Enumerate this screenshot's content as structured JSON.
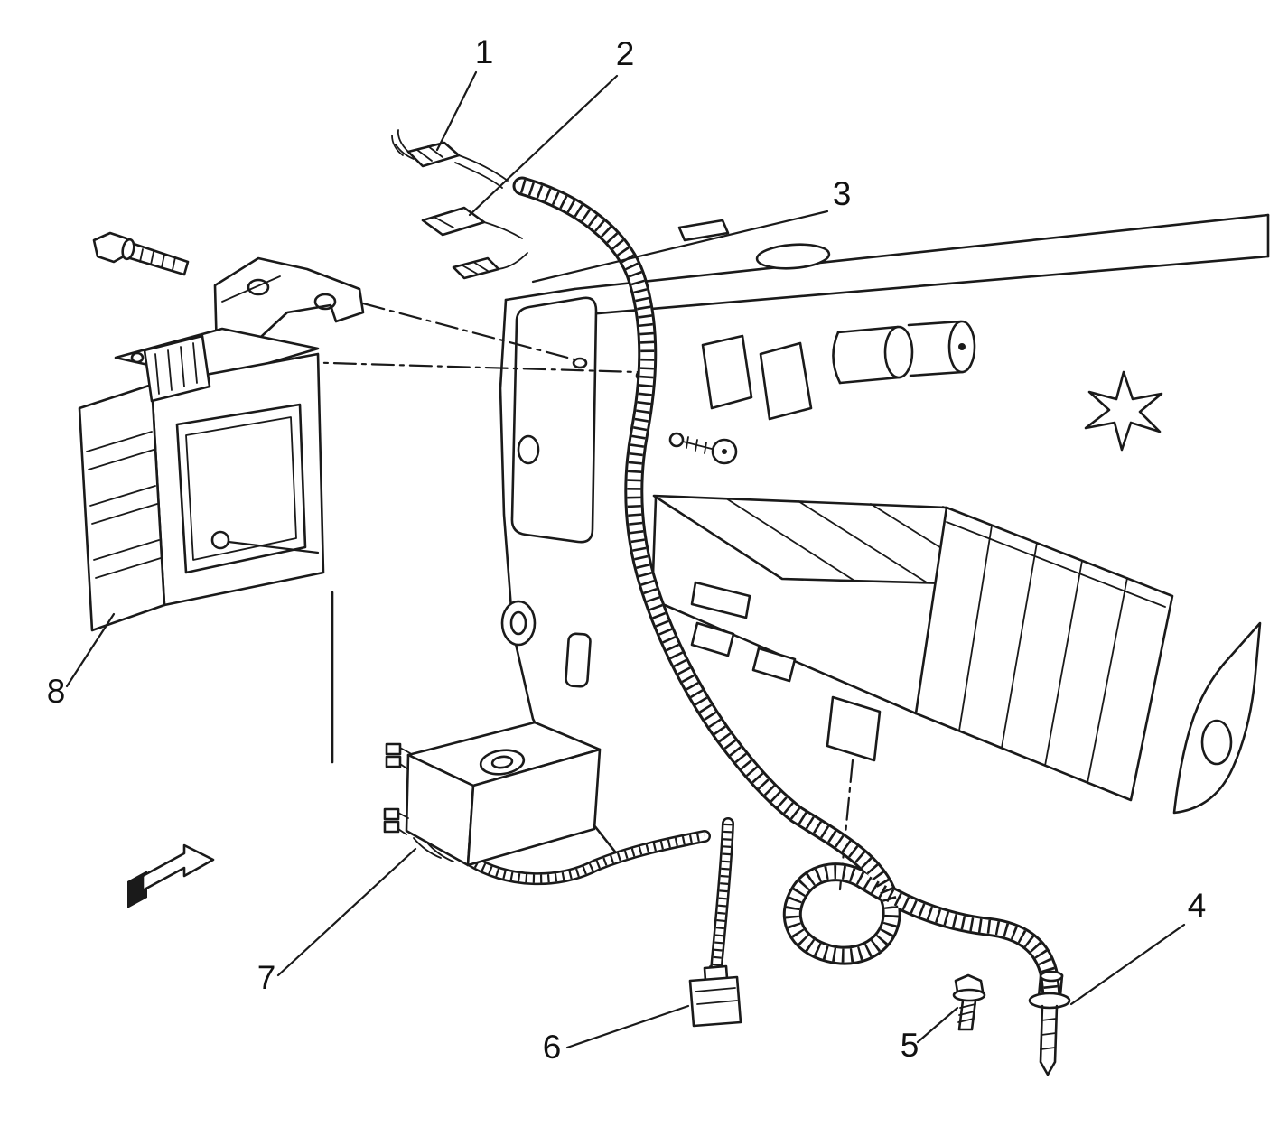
{
  "figure": {
    "description": "Line-art service illustration of an engine-compartment wiring harness, mounting bracket, modules, connectors and fasteners with numbered callouts",
    "background_color": "#ffffff",
    "line_color": "#1a1a1a",
    "callouts": [
      {
        "label": "1"
      },
      {
        "label": "2"
      },
      {
        "label": "3"
      },
      {
        "label": "4"
      },
      {
        "label": "5"
      },
      {
        "label": "6"
      },
      {
        "label": "7"
      },
      {
        "label": "8"
      }
    ]
  }
}
